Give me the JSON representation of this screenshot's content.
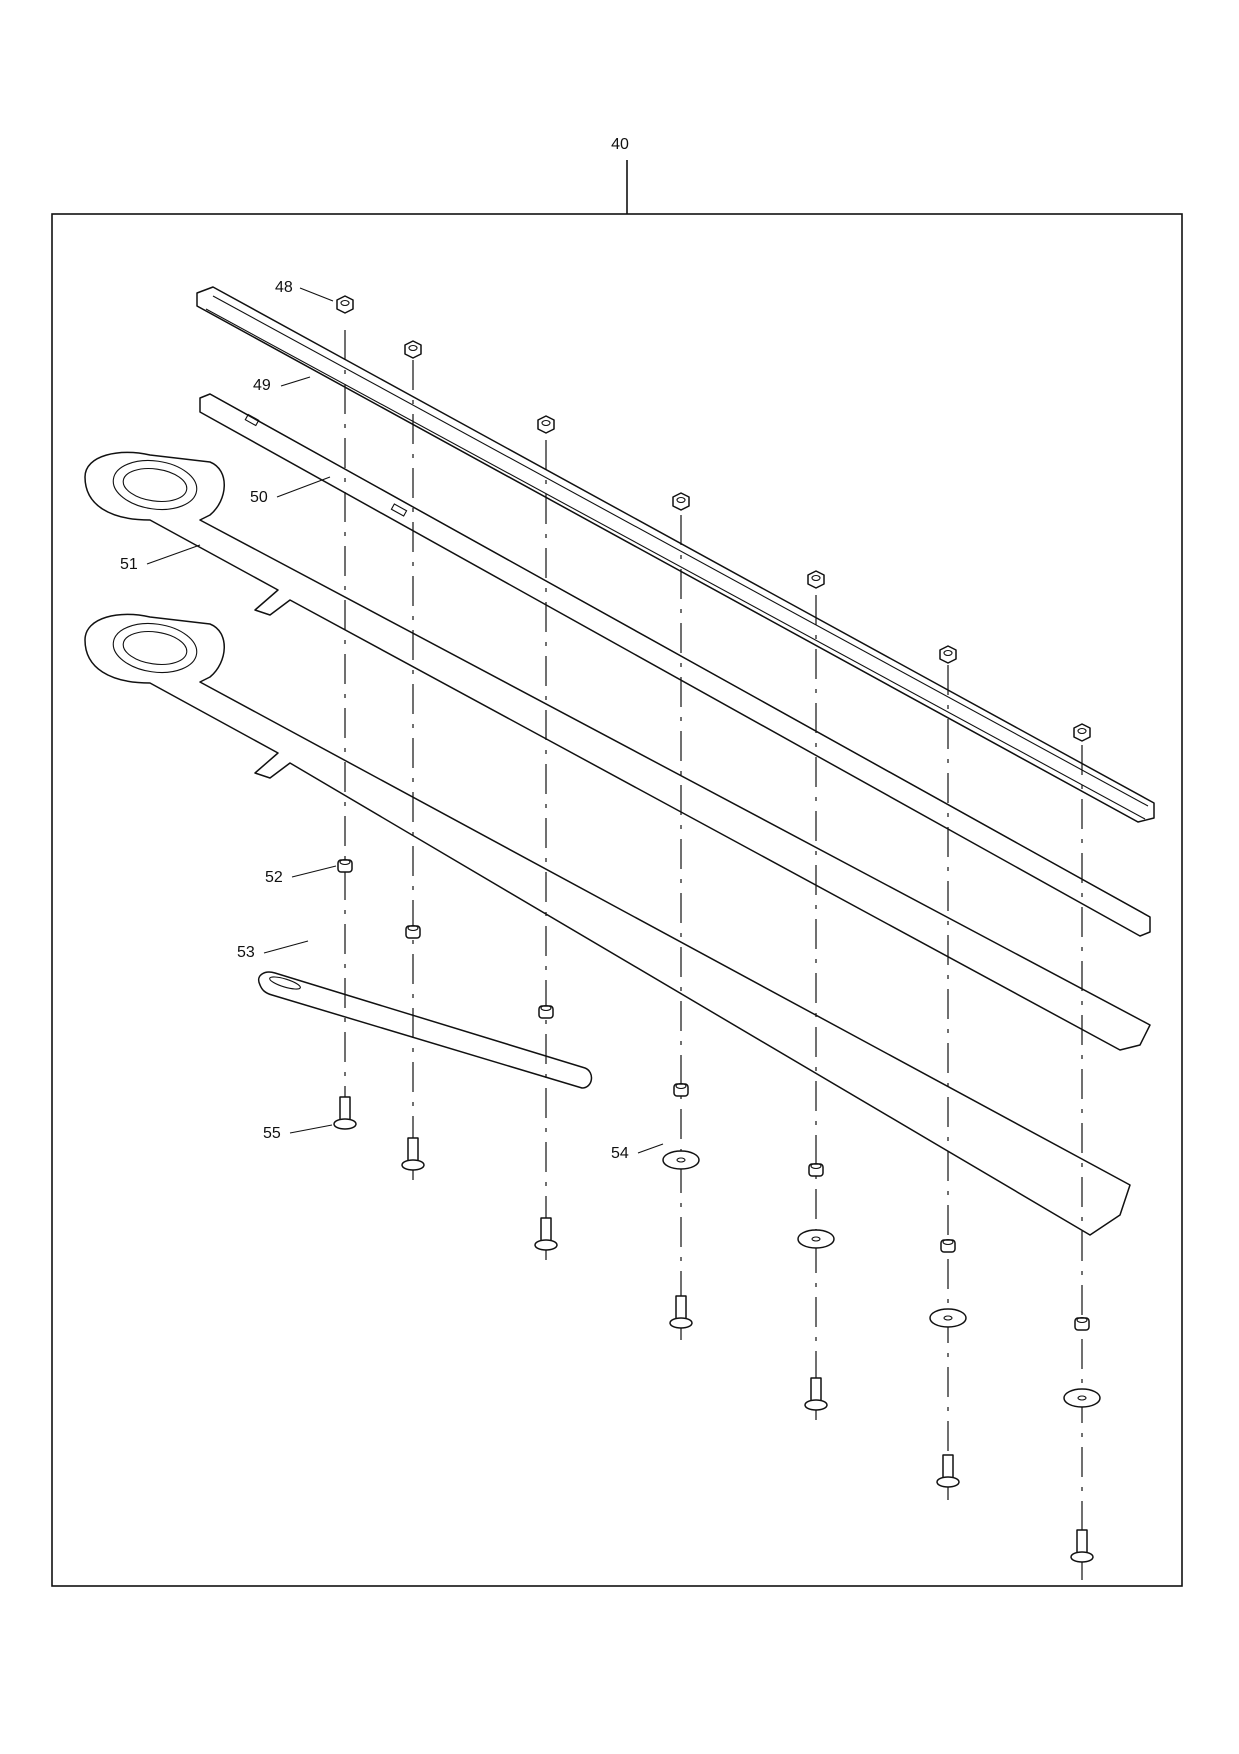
{
  "diagram": {
    "assembly_label": "40",
    "callouts": {
      "p48": "48",
      "p49": "49",
      "p50": "50",
      "p51": "51",
      "p52": "52",
      "p53": "53",
      "p54": "54",
      "p55": "55"
    }
  }
}
